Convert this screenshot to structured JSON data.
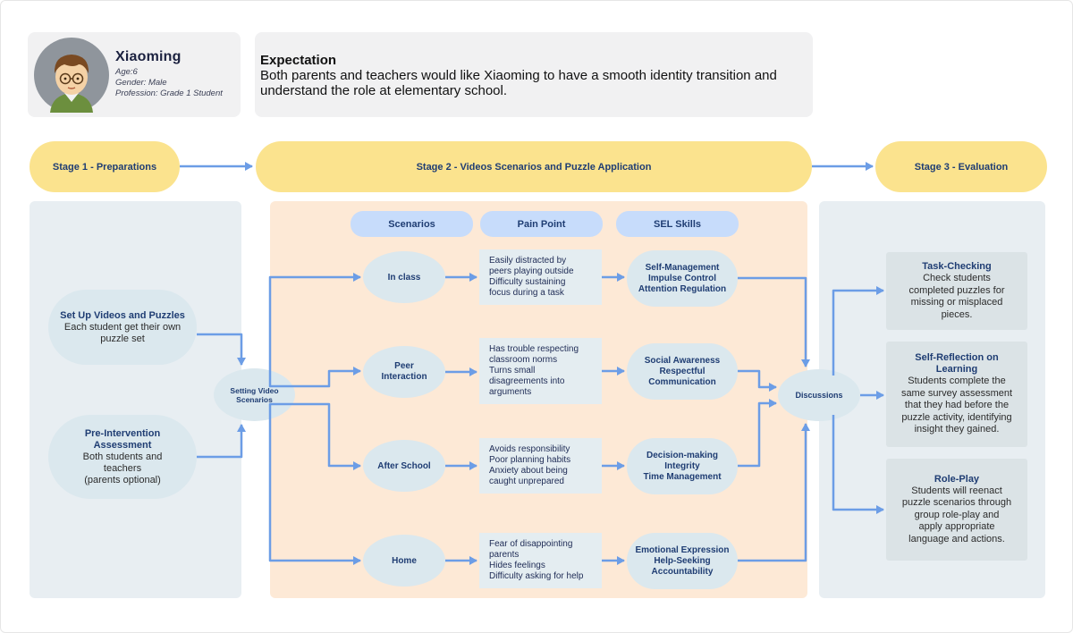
{
  "persona": {
    "name": "Xiaoming",
    "age": "Age:6",
    "gender": "Gender: Male",
    "profession": "Profession: Grade 1 Student"
  },
  "expectation": {
    "title": "Expectation",
    "body": "Both parents and teachers would like Xiaoming to have a smooth identity transition and understand the role at elementary school."
  },
  "stages": {
    "stage1": "Stage 1 - Preparations",
    "stage2": "Stage 2 - Videos Scenarios and Puzzle Application",
    "stage3": "Stage 3 - Evaluation"
  },
  "prep": {
    "setup_title": "Set Up Videos and Puzzles",
    "setup_body_1": "Each student get their own",
    "setup_body_2": "puzzle set",
    "pre_title_1": "Pre-Intervention",
    "pre_title_2": "Assessment",
    "pre_body_1": "Both students and",
    "pre_body_2": "teachers",
    "pre_body_3": "(parents optional)",
    "setting_1": "Setting Video",
    "setting_2": "Scenarios"
  },
  "headers": {
    "scenarios": "Scenarios",
    "pain": "Pain Point",
    "sel": "SEL Skills"
  },
  "rows": [
    {
      "scenario": "In class",
      "pain": [
        "Easily distracted by",
        "peers playing outside",
        "Difficulty sustaining",
        "focus during a task"
      ],
      "sel": [
        "Self-Management",
        "Impulse Control",
        "Attention Regulation"
      ]
    },
    {
      "scenario": "Peer Interaction",
      "scenario_lines": [
        "Peer",
        "Interaction"
      ],
      "pain": [
        "Has trouble respecting",
        "classroom norms",
        "Turns small",
        "disagreements into",
        "arguments"
      ],
      "sel": [
        "Social Awareness",
        "Respectful",
        "Communication"
      ]
    },
    {
      "scenario": "After School",
      "pain": [
        "Avoids responsibility",
        "Poor  planning habits",
        "Anxiety about being",
        "caught unprepared"
      ],
      "sel": [
        "Decision-making",
        "Integrity",
        "Time Management"
      ]
    },
    {
      "scenario": "Home",
      "pain": [
        "Fear of disappointing",
        "parents",
        "Hides feelings",
        "Difficulty asking for help"
      ],
      "sel": [
        "Emotional Expression",
        "Help-Seeking",
        "Accountability"
      ]
    }
  ],
  "discussions": "Discussions",
  "evaluation": {
    "task_title": "Task-Checking",
    "task_body": [
      "Check students",
      "completed puzzles for",
      "missing or misplaced",
      "pieces."
    ],
    "reflect_title": [
      "Self-Reflection on",
      "Learning"
    ],
    "reflect_body": [
      "Students complete the",
      "same survey assessment",
      "that they had before the",
      "puzzle activity, identifying",
      "insight they gained."
    ],
    "role_title": "Role-Play",
    "role_body": [
      "Students will reenact",
      "puzzle scenarios through",
      "group role-play and",
      "apply appropriate",
      "language and actions."
    ]
  },
  "colors": {
    "stage": "#fbe38e",
    "arrow": "#6c9de6",
    "heading_text": "#1f3d73",
    "mid_panel": "#fde9d6",
    "side_panel": "#e8eef2"
  }
}
